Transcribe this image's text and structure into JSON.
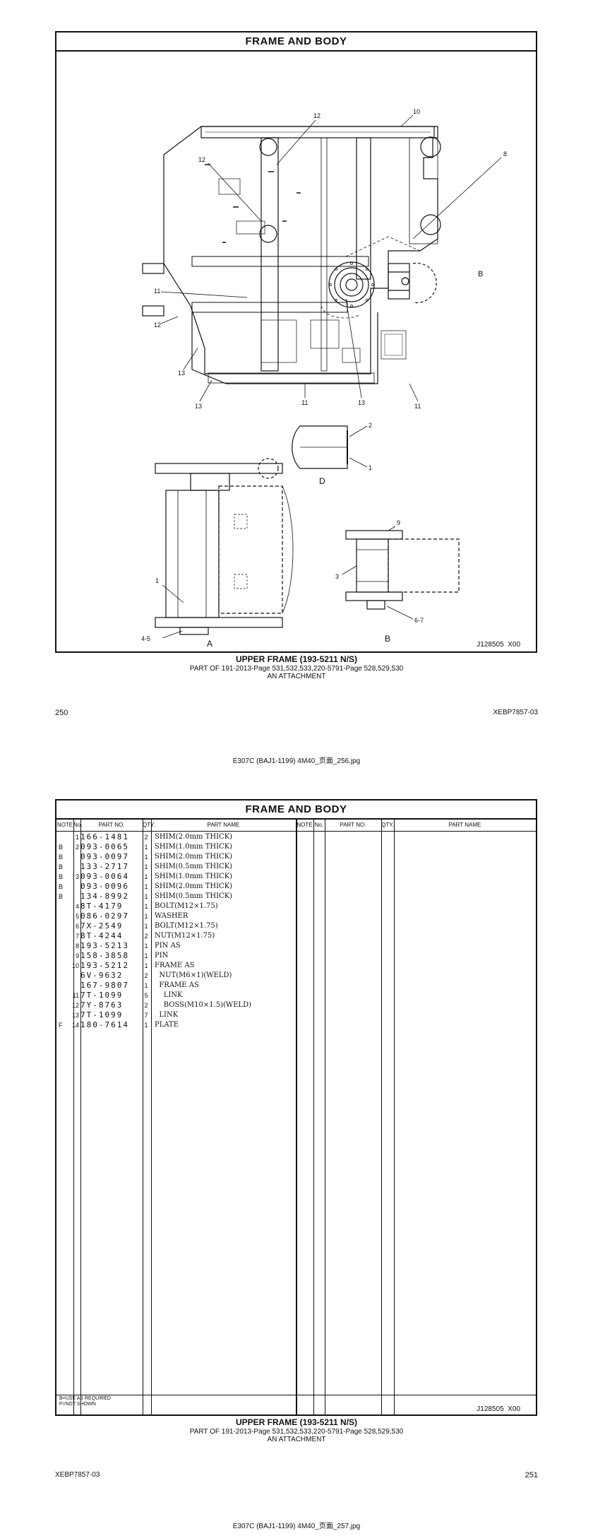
{
  "section_title": "FRAME AND BODY",
  "drawing": {
    "callouts": [
      "12",
      "10",
      "12",
      "8",
      "11",
      "12",
      "13",
      "13",
      "11",
      "13",
      "11",
      "2",
      "1",
      "9",
      "3",
      "6-7",
      "1",
      "4-5"
    ],
    "view_labels": [
      "A",
      "B",
      "D",
      "B"
    ],
    "drawing_id": "J128505  X00"
  },
  "caption": {
    "line1": "UPPER FRAME (193-5211 N/S)",
    "line2": "PART OF 191-2013-Page 531,532,533,220-5791-Page 528,529,530",
    "line3": "AN ATTACHMENT"
  },
  "page1": {
    "page_number": "250",
    "doc_code": "XEBP7857-03",
    "file_caption": "E307C (BAJ1-1199) 4M40_页面_256.jpg"
  },
  "parts_table": {
    "headers": {
      "note": "NOTE",
      "no": "No.",
      "part_no": "PART NO.",
      "qty": "QTY.",
      "part_name": "PART NAME"
    },
    "rows": [
      {
        "note": "",
        "ref": "1",
        "part_no": "166-1481",
        "qty": "2",
        "name": "SHIM(2.0mm THICK)"
      },
      {
        "note": "B",
        "ref": "2",
        "part_no": "093-0065",
        "qty": "1",
        "name": "SHIM(1.0mm THICK)"
      },
      {
        "note": "B",
        "ref": "",
        "part_no": "093-0097",
        "qty": "1",
        "name": "SHIM(2.0mm THICK)"
      },
      {
        "note": "B",
        "ref": "",
        "part_no": "133-2717",
        "qty": "1",
        "name": "SHIM(0.5mm THICK)"
      },
      {
        "note": "B",
        "ref": "3",
        "part_no": "093-0064",
        "qty": "1",
        "name": "SHIM(1.0mm THICK)"
      },
      {
        "note": "B",
        "ref": "",
        "part_no": "093-0096",
        "qty": "1",
        "name": "SHIM(2.0mm THICK)"
      },
      {
        "note": "B",
        "ref": "",
        "part_no": "134-8992",
        "qty": "1",
        "name": "SHIM(0.5mm THICK)"
      },
      {
        "note": "",
        "ref": "4",
        "part_no": "8T-4179",
        "qty": "1",
        "name": "BOLT(M12×1.75)"
      },
      {
        "note": "",
        "ref": "5",
        "part_no": "086-0297",
        "qty": "1",
        "name": "WASHER"
      },
      {
        "note": "",
        "ref": "6",
        "part_no": "7X-2549",
        "qty": "1",
        "name": "BOLT(M12×1.75)"
      },
      {
        "note": "",
        "ref": "7",
        "part_no": "8T-4244",
        "qty": "2",
        "name": "NUT(M12×1.75)"
      },
      {
        "note": "",
        "ref": "8",
        "part_no": "193-5213",
        "qty": "1",
        "name": "PIN AS"
      },
      {
        "note": "",
        "ref": "9",
        "part_no": "158-3858",
        "qty": "1",
        "name": "PIN"
      },
      {
        "note": "",
        "ref": "10",
        "part_no": "193-5212",
        "qty": "1",
        "name": "FRAME AS"
      },
      {
        "note": "",
        "ref": "",
        "part_no": "6V-9632",
        "qty": "2",
        "name": "  NUT(M6×1)(WELD)"
      },
      {
        "note": "",
        "ref": "",
        "part_no": "167-9807",
        "qty": "1",
        "name": "  FRAME AS"
      },
      {
        "note": "",
        "ref": "11",
        "part_no": "7T-1099",
        "qty": "5",
        "name": "    LINK"
      },
      {
        "note": "",
        "ref": "12",
        "part_no": "7Y-8763",
        "qty": "2",
        "name": "    BOSS(M10×1.5)(WELD)"
      },
      {
        "note": "",
        "ref": "13",
        "part_no": "7T-1099",
        "qty": "7",
        "name": "  LINK"
      },
      {
        "note": "F",
        "ref": "14",
        "part_no": "180-7614",
        "qty": "1",
        "name": "PLATE"
      }
    ],
    "footnote1": "B=USE AS REQUIRED",
    "footnote2": "F=NOT SHOWN",
    "drawing_id": "J128505  X00"
  },
  "page2": {
    "doc_code": "XEBP7857-03",
    "page_number": "251",
    "file_caption": "E307C (BAJ1-1199) 4M40_页面_257.jpg"
  }
}
